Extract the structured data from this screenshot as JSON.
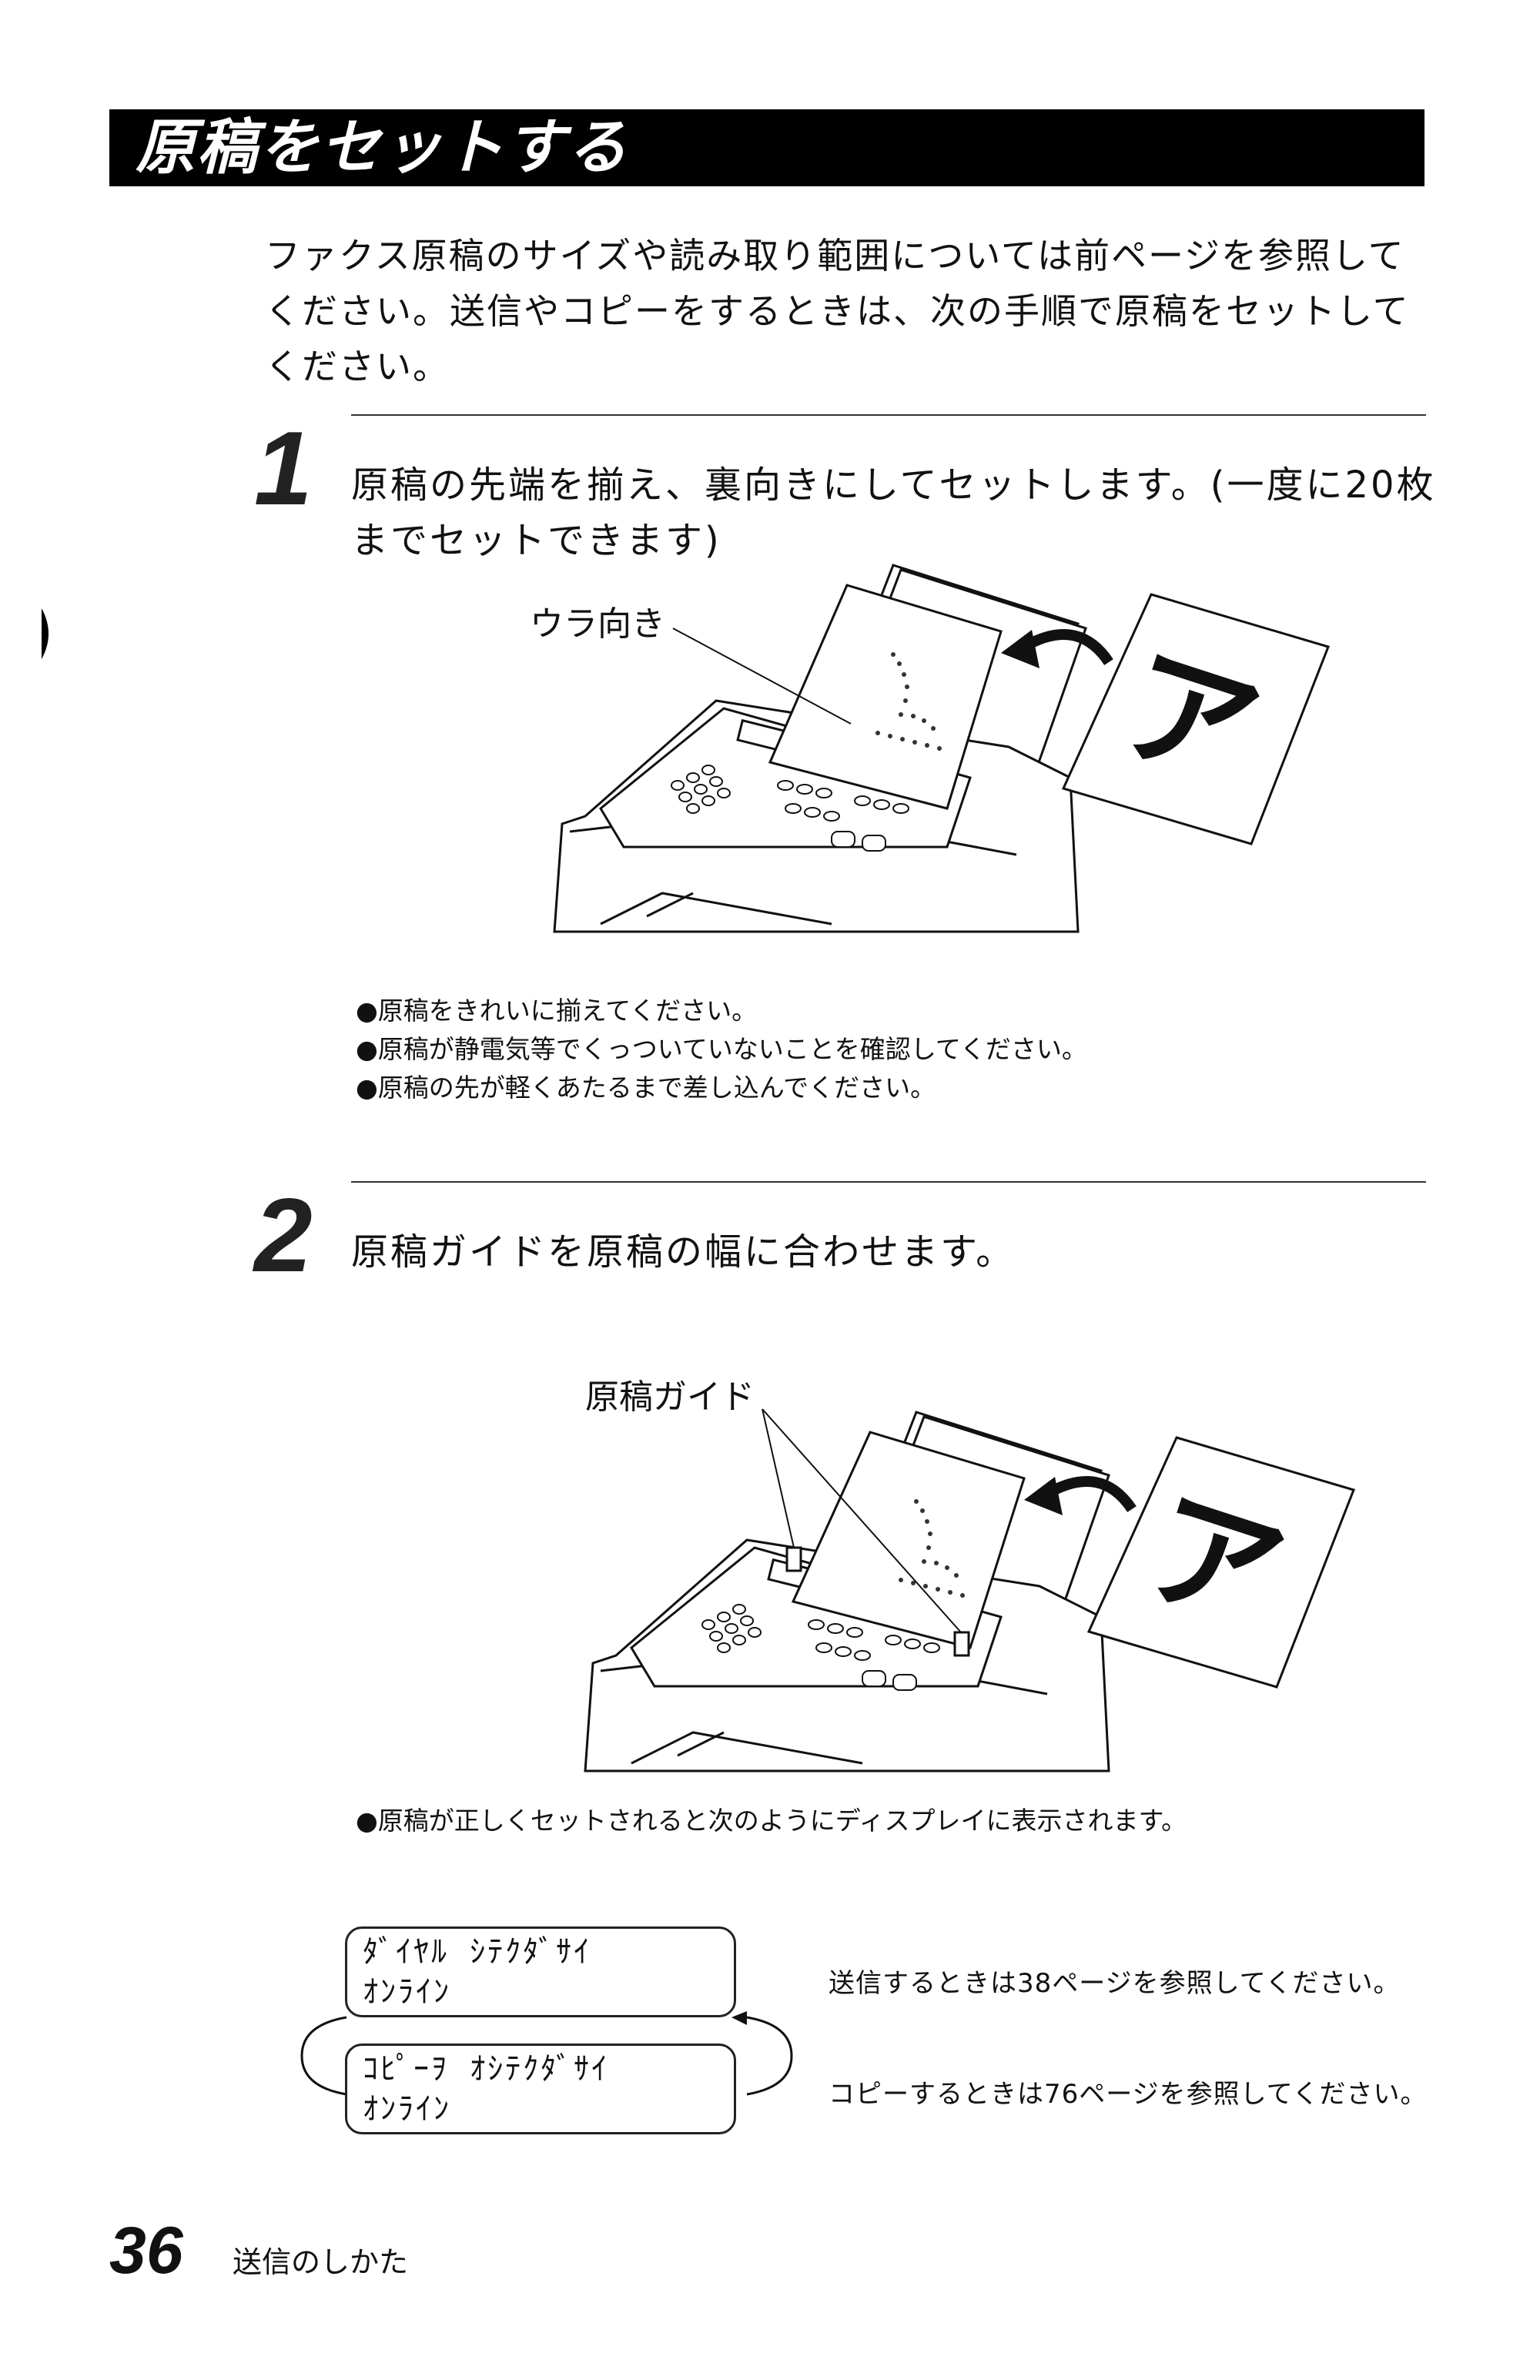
{
  "title": "原稿をセットする",
  "intro": "ファクス原稿のサイズや読み取り範囲については前ページを参照してください。送信やコピーをするときは、次の手順で原稿をセットしてください。",
  "step1": {
    "number": "1",
    "text": "原稿の先端を揃え、裏向きにしてセットします。(一度に20枚までセットできます)",
    "callout": "ウラ向き",
    "paper_glyph": "ア",
    "bullets": [
      "●原稿をきれいに揃えてください。",
      "●原稿が静電気等でくっついていないことを確認してください。",
      "●原稿の先が軽くあたるまで差し込んでください。"
    ]
  },
  "step2": {
    "number": "2",
    "text": "原稿ガイドを原稿の幅に合わせます。",
    "callout": "原稿ガイド",
    "paper_glyph": "ア",
    "bullet": "●原稿が正しくセットされると次のようにディスプレイに表示されます。"
  },
  "display": {
    "screen1": {
      "line1": "ﾀﾞｲﾔﾙ ｼﾃｸﾀﾞｻｲ",
      "line2": "ｵﾝﾗｲﾝ"
    },
    "screen2": {
      "line1": "ｺﾋﾟｰｦ ｵｼﾃｸﾀﾞｻｲ",
      "line2": "ｵﾝﾗｲﾝ"
    },
    "note1": "送信するときは38ページを参照してください。",
    "note2": "コピーするときは76ページを参照してください。"
  },
  "footer": {
    "page_number": "36",
    "section": "送信のしかた"
  }
}
